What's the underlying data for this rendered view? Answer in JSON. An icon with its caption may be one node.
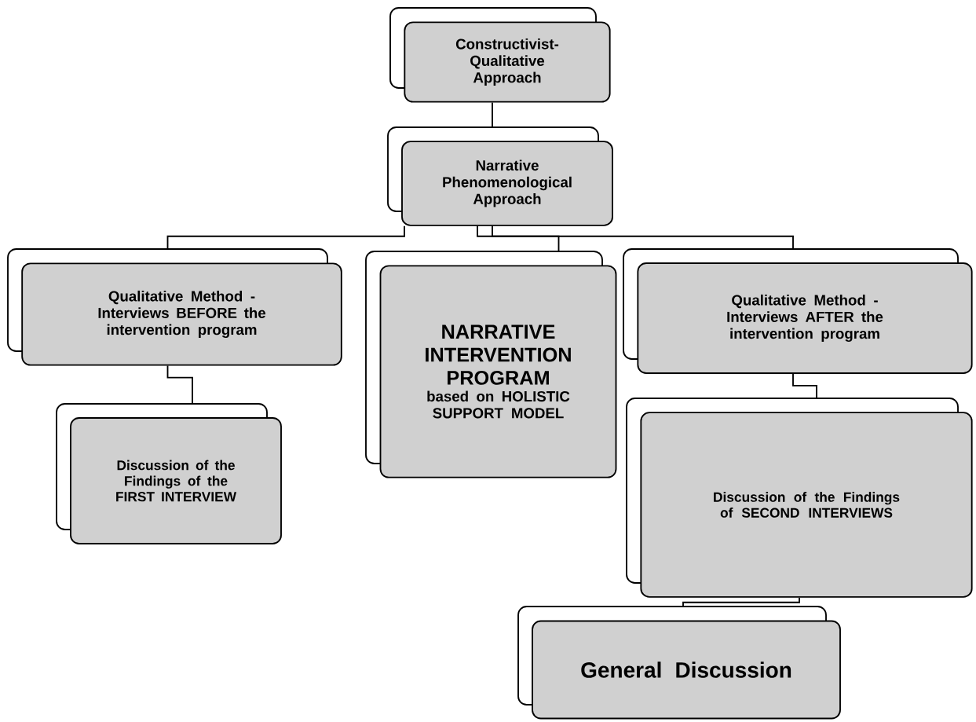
{
  "diagram": {
    "nodes": [
      {
        "text": [
          "Constructivist-Qualitative Approach"
        ]
      },
      {
        "text": [
          "Narrative Phenomenological Approach"
        ]
      },
      {
        "text": [
          "Qualitative Method - Interviews BEFORE the intervention program"
        ]
      },
      {
        "text": [
          "NARRATIVE INTERVENTION PROGRAM",
          "based on HOLISTIC SUPPORT MODEL"
        ]
      },
      {
        "text": [
          "Qualitative Method - Interviews AFTER the intervention program"
        ]
      },
      {
        "text": [
          "Discussion of the Findings of the FIRST INTERVIEW"
        ]
      },
      {
        "text": [
          "Discussion of the Findings of SECOND INTERVIEWS"
        ]
      },
      {
        "text": [
          "General Discussion"
        ]
      }
    ],
    "edges": [
      {
        "from": 0,
        "to": 1,
        "arrow": "none"
      },
      {
        "from": 1,
        "to": 2,
        "arrow": "none"
      },
      {
        "from": 1,
        "to": 3,
        "arrow": "none"
      },
      {
        "from": 1,
        "to": 4,
        "arrow": "none"
      },
      {
        "from": 2,
        "to": 5,
        "arrow": "none"
      },
      {
        "from": 4,
        "to": 6,
        "arrow": "none"
      },
      {
        "from": 6,
        "to": 7,
        "arrow": "none"
      }
    ]
  }
}
